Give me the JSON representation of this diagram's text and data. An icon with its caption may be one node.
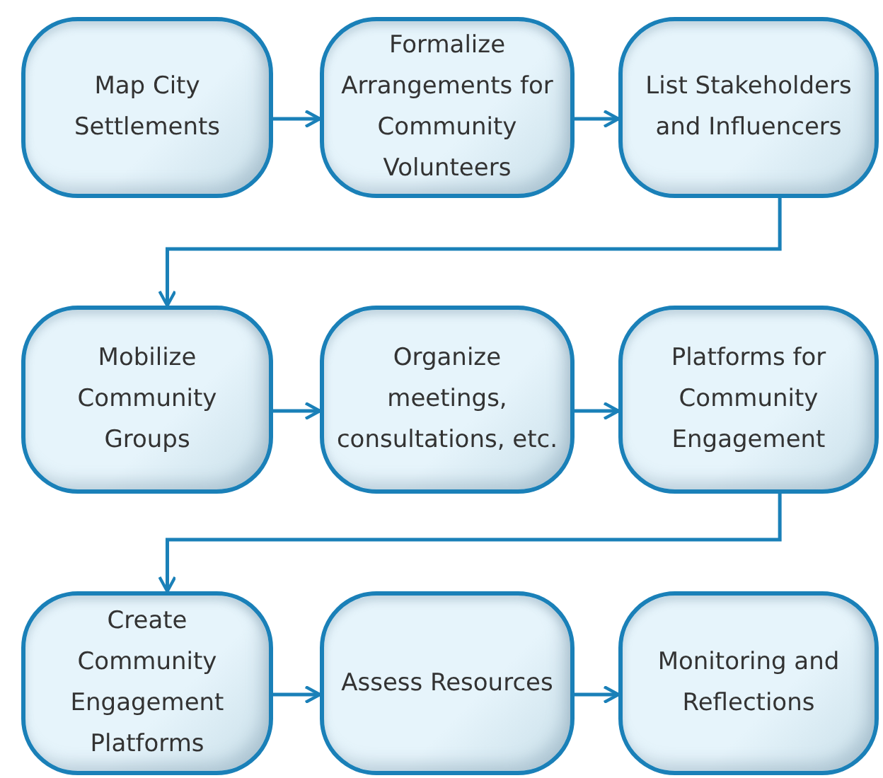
{
  "diagram": {
    "nodes": [
      {
        "text": [
          "Map City Settlements"
        ]
      },
      {
        "text": [
          "Formalize Arrangements for Community Volunteers"
        ]
      },
      {
        "text": [
          "List Stakeholders and Influencers"
        ]
      },
      {
        "text": [
          "Mobilize Community Groups"
        ]
      },
      {
        "text": [
          "Organize meetings, consultations, etc."
        ]
      },
      {
        "text": [
          "Platforms for Community Engagement"
        ]
      },
      {
        "text": [
          "Create Community Engagement Platforms"
        ]
      },
      {
        "text": [
          "Assess Resources"
        ]
      },
      {
        "text": [
          "Monitoring and Reflections"
        ]
      }
    ],
    "edges": [
      {
        "from": 0,
        "to": 1,
        "arrow": "to"
      },
      {
        "from": 1,
        "to": 2,
        "arrow": "to"
      },
      {
        "from": 2,
        "to": 3,
        "arrow": "to"
      },
      {
        "from": 3,
        "to": 4,
        "arrow": "to"
      },
      {
        "from": 4,
        "to": 5,
        "arrow": "to"
      },
      {
        "from": 5,
        "to": 6,
        "arrow": "to"
      },
      {
        "from": 6,
        "to": 7,
        "arrow": "to"
      },
      {
        "from": 7,
        "to": 8,
        "arrow": "to"
      }
    ]
  }
}
